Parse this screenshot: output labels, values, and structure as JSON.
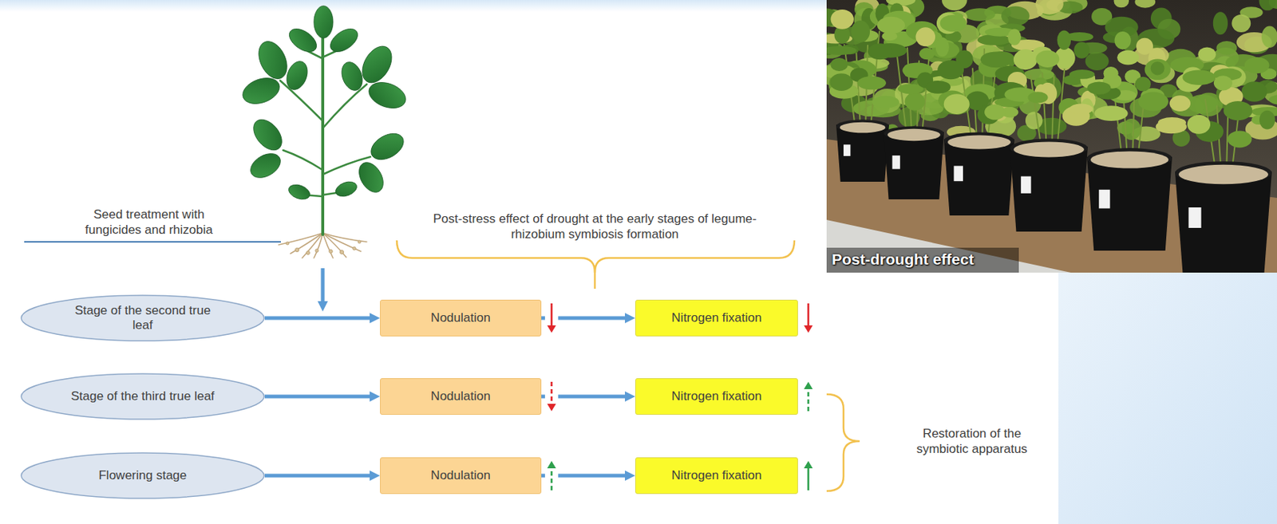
{
  "diagram": {
    "nodes": [
      {
        "text": [
          "Stage of the second true leaf"
        ]
      },
      {
        "text": [
          "Nodulation"
        ]
      },
      {
        "text": [
          "Nitrogen fixation"
        ]
      },
      {
        "text": [
          "Stage of the third true leaf"
        ]
      },
      {
        "text": [
          "Nodulation"
        ]
      },
      {
        "text": [
          "Nitrogen fixation"
        ]
      },
      {
        "text": [
          "Flowering stage"
        ]
      },
      {
        "text": [
          "Nodulation"
        ]
      },
      {
        "text": [
          "Nitrogen fixation"
        ]
      }
    ],
    "edges": [
      {
        "from": 0,
        "to": 1,
        "arrow": "to"
      },
      {
        "from": 1,
        "to": 2,
        "arrow": "to"
      },
      {
        "from": 3,
        "to": 4,
        "arrow": "to"
      },
      {
        "from": 4,
        "to": 5,
        "arrow": "to"
      },
      {
        "from": 6,
        "to": 7,
        "arrow": "to"
      },
      {
        "from": 7,
        "to": 8,
        "arrow": "to"
      }
    ],
    "labels": [
      "Seed treatment with fungicides and rhizobia",
      "Post-stress effect of drought at the early stages of legume-rhizobium symbiosis formation",
      "Restoration of the symbiotic apparatus",
      "Post-drought effect"
    ]
  }
}
